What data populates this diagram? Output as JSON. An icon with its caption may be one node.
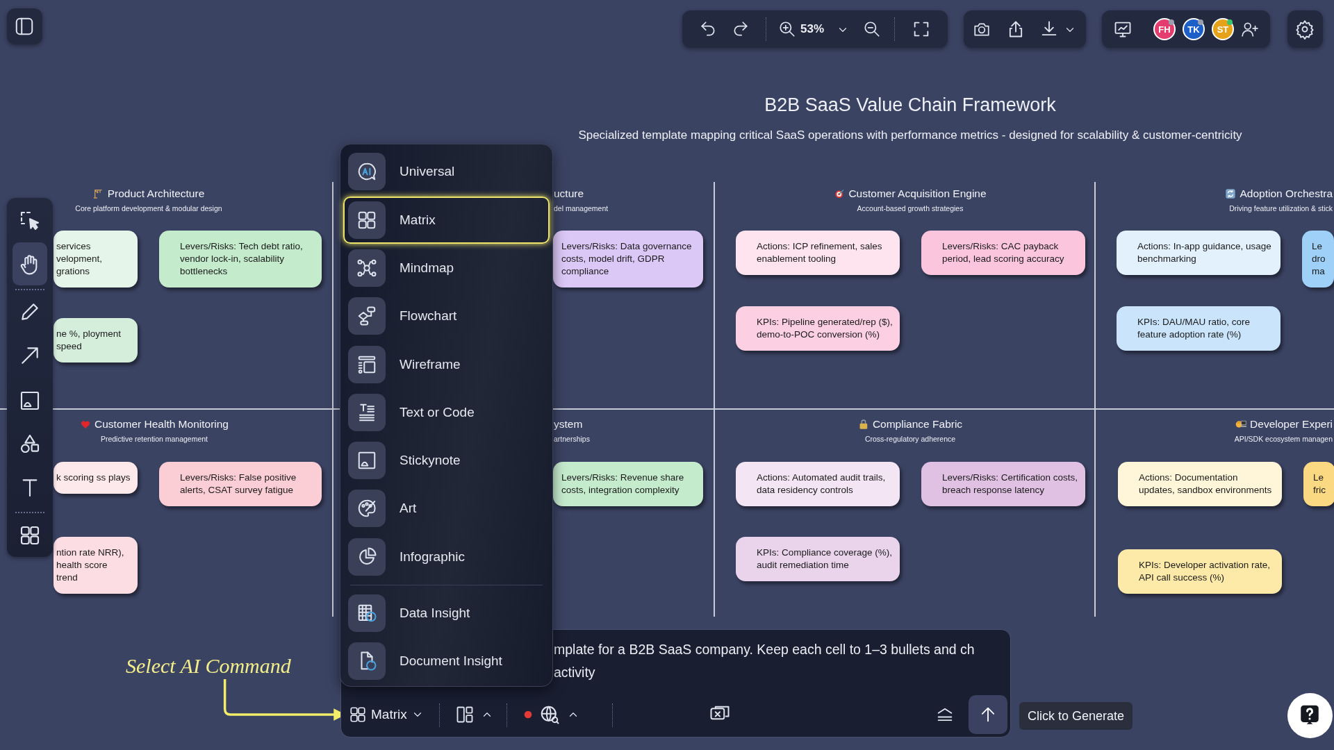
{
  "diagram": {
    "title": "B2B SaaS Value Chain Framework",
    "nodes": [
      {
        "text": [
          "Product Architecture",
          "Core platform development & modular design"
        ]
      },
      {
        "text": [
          "services velopment, grations"
        ],
        "in": 0
      },
      {
        "text": [
          "Levers/Risks: Tech debt ratio, vendor lock-in, scalability bottlenecks"
        ],
        "in": 0
      },
      {
        "text": [
          "ne %, ployment speed"
        ],
        "in": 0
      },
      {
        "text": [
          "ucture",
          "del management"
        ]
      },
      {
        "text": [
          "Levers/Risks: Data governance costs, model drift, GDPR compliance"
        ],
        "in": 4
      },
      {
        "text": [
          "Customer Acquisition Engine",
          "Account-based growth strategies"
        ]
      },
      {
        "text": [
          "Actions: ICP refinement, sales enablement tooling"
        ],
        "in": 6
      },
      {
        "text": [
          "Levers/Risks: CAC payback period, lead scoring accuracy"
        ],
        "in": 6
      },
      {
        "text": [
          "KPIs: Pipeline generated/rep ($), demo-to-POC conversion (%)"
        ],
        "in": 6
      },
      {
        "text": [
          "Adoption Orchestra",
          "Driving feature utilization & stick"
        ]
      },
      {
        "text": [
          "Actions: In-app guidance, usage benchmarking"
        ],
        "in": 10
      },
      {
        "text": [
          "Le dro ma"
        ],
        "in": 10
      },
      {
        "text": [
          "KPIs: DAU/MAU ratio, core feature adoption rate (%)"
        ],
        "in": 10
      },
      {
        "text": [
          "Customer Health Monitoring",
          "Predictive retention management"
        ]
      },
      {
        "text": [
          "k scoring ss plays"
        ],
        "in": 14
      },
      {
        "text": [
          "Levers/Risks: False positive alerts, CSAT survey fatigue"
        ],
        "in": 14
      },
      {
        "text": [
          "ntion rate NRR), health score trend"
        ],
        "in": 14
      },
      {
        "text": [
          "ystem",
          "artnerships"
        ]
      },
      {
        "text": [
          "Levers/Risks: Revenue share costs, integration complexity"
        ],
        "in": 18
      },
      {
        "text": [
          "Compliance Fabric",
          "Cross-regulatory adherence"
        ]
      },
      {
        "text": [
          "Actions: Automated audit trails, data residency controls"
        ],
        "in": 20
      },
      {
        "text": [
          "Levers/Risks: Certification costs, breach response latency"
        ],
        "in": 20
      },
      {
        "text": [
          "KPIs: Compliance coverage (%), audit remediation time"
        ],
        "in": 20
      },
      {
        "text": [
          "Developer Experi",
          "API/SDK ecosystem managen"
        ]
      },
      {
        "text": [
          "Actions: Documentation updates, sandbox environments"
        ],
        "in": 24
      },
      {
        "text": [
          "Le fric"
        ],
        "in": 24
      },
      {
        "text": [
          "KPIs: Developer activation rate, API call success (%)"
        ],
        "in": 24
      },
      {
        "text": [
          "Select AI Command"
        ]
      },
      {
        "text": [
          "Matrix"
        ]
      }
    ],
    "edges": [
      {
        "from": 28,
        "to": 29,
        "arrow": "to",
        "color": "#f3ee6a"
      }
    ],
    "labels": [
      "Specialized template mapping critical SaaS operations with performance metrics - designed for scalability & customer-centricity",
      "Universal",
      "Matrix",
      "Mindmap",
      "Flowchart",
      "Wireframe",
      "Text or Code",
      "Stickynote",
      "Art",
      "Infographic",
      "Data Insight",
      "Document Insight",
      "53%",
      "FH",
      "TK",
      "ST",
      "mplate for a B2B SaaS company. Keep each cell to 1–3 bullets and ch activity",
      "Click to Generate"
    ]
  }
}
